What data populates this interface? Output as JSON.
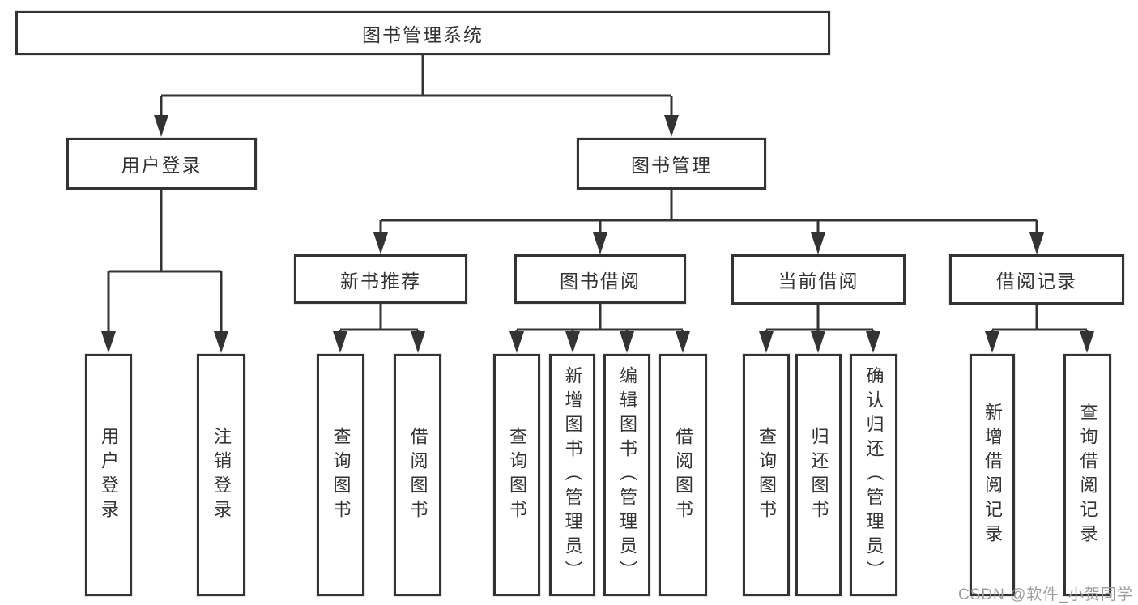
{
  "diagram": {
    "type": "hierarchy-chart",
    "root": "图书管理系统",
    "structure": [
      {
        "parent": "图书管理系统",
        "children": [
          "用户登录",
          "图书管理"
        ]
      },
      {
        "parent": "用户登录",
        "children": [
          "用户登录",
          "注销登录"
        ]
      },
      {
        "parent": "图书管理",
        "children": [
          "新书推荐",
          "图书借阅",
          "当前借阅",
          "借阅记录"
        ]
      },
      {
        "parent": "新书推荐",
        "children": [
          "查询图书",
          "借阅图书"
        ]
      },
      {
        "parent": "图书借阅",
        "children": [
          "查询图书",
          "新增图书（管理员）",
          "编辑图书（管理员）",
          "借阅图书"
        ]
      },
      {
        "parent": "当前借阅",
        "children": [
          "查询图书",
          "归还图书",
          "确认归还（管理员）"
        ]
      },
      {
        "parent": "借阅记录",
        "children": [
          "新增借阅记录",
          "查询借阅记录"
        ]
      }
    ]
  },
  "nodes": {
    "root": {
      "label": "图书管理系统"
    },
    "user_login": {
      "label": "用户登录"
    },
    "book_mgmt": {
      "label": "图书管理"
    },
    "new_book_rec": {
      "label": "新书推荐"
    },
    "book_borrow": {
      "label": "图书借阅"
    },
    "current_borrow": {
      "label": "当前借阅"
    },
    "borrow_records": {
      "label": "借阅记录"
    },
    "leaf_user_login": {
      "label": "用户登录"
    },
    "leaf_logout": {
      "label": "注销登录"
    },
    "rec_query": {
      "label": "查询图书"
    },
    "rec_borrow": {
      "label": "借阅图书"
    },
    "bb_query": {
      "label": "查询图书"
    },
    "bb_add": {
      "label": "新增图书（管理员）"
    },
    "bb_edit": {
      "label": "编辑图书（管理员）"
    },
    "bb_borrow": {
      "label": "借阅图书"
    },
    "cb_query": {
      "label": "查询图书"
    },
    "cb_return": {
      "label": "归还图书"
    },
    "cb_confirm": {
      "label": "确认归还（管理员）"
    },
    "br_add": {
      "label": "新增借阅记录"
    },
    "br_query": {
      "label": "查询借阅记录"
    }
  },
  "watermark": {
    "text": "CSDN @软件_小贺同学"
  },
  "colors": {
    "line": "#333333",
    "box_border": "#333333",
    "box_fill": "#ffffff",
    "text": "#333333",
    "watermark": "#9c9c9c",
    "background": "#ffffff"
  }
}
